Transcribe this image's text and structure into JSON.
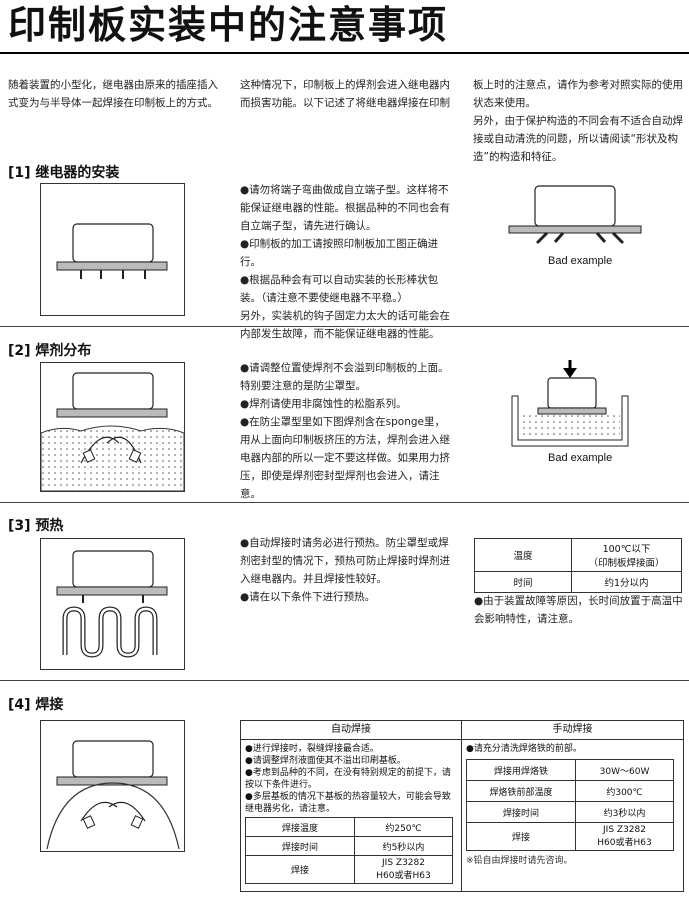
{
  "title": "印制板实装中的注意事项",
  "intro": {
    "col1": "随着装置的小型化，继电器由原来的插座插入式变为与半导体一起焊接在印制板上的方式。",
    "col2": "这种情况下，印制板上的焊剂会进入继电器内而损害功能。以下记述了将继电器焊接在印制",
    "col3a": "板上时的注意点，请作为参考对照实际的使用状态来使用。",
    "col3b": "另外，由于保护构造的不同会有不适合自动焊接或自动清洗的问题，所以请阅读“形状及构造”的构造和特征。"
  },
  "s1": {
    "heading": "[1] 继电器的安装",
    "bullets": [
      "●请勿将端子弯曲做成自立端子型。这样将不能保证继电器的性能。根据品种的不同也会有自立端子型，请先进行确认。",
      "●印制板的加工请按照印制板加工图正确进行。",
      "●根据品种会有可以自动实装的长形棒状包装。（请注意不要使继电器不平稳。）"
    ],
    "note": "另外，实装机的钩子固定力太大的话可能会在内部发生故障，而不能保证继电器的性能。",
    "caption": "Bad example"
  },
  "s2": {
    "heading": "[2] 焊剂分布",
    "bullets": [
      "●请调整位置使焊剂不会溢到印制板的上面。特别要注意的是防尘罩型。",
      "●焊剂请使用非腐蚀性的松脂系列。",
      "●在防尘罩型里如下图焊剂含在sponge里，用从上面向印制板挤压的方法，焊剂会进入继电器内部的所以一定不要这样做。如果用力挤压，即使是焊剂密封型焊剂也会进入，请注意。"
    ],
    "caption": "Bad example"
  },
  "s3": {
    "heading": "[3] 预热",
    "bullets": [
      "●自动焊接时请务必进行预热。防尘罩型或焊剂密封型的情况下，预热可防止焊接时焊剂进入继电器内。并且焊接性较好。",
      "●请在以下条件下进行预热。"
    ],
    "table": {
      "r1_label": "温度",
      "r1_value_a": "100℃以下",
      "r1_value_b": "（印制板焊接面）",
      "r2_label": "时间",
      "r2_value": "约1分以内"
    },
    "note": "●由于装置故障等原因，长时间放置于高温中会影响特性，请注意。"
  },
  "s4": {
    "heading": "[4] 焊接",
    "auto": {
      "header": "自动焊接",
      "bullets": [
        "●进行焊接时，裂缝焊接最合适。",
        "●请调整焊剂液面使其不溢出印刷基板。",
        "●考虑到品种的不同，在没有特别规定的前提下，请按以下条件进行。",
        "●多层基板的情况下基板的热容量较大，可能会导致继电器劣化，请注意。"
      ],
      "rows": [
        {
          "k": "焊接温度",
          "v": "约250℃"
        },
        {
          "k": "焊接时间",
          "v": "约5秒以内"
        },
        {
          "k": "焊接",
          "v": "JIS Z3282",
          "v2": "H60或者H63"
        }
      ]
    },
    "manual": {
      "header": "手动焊接",
      "bullets": [
        "●请充分清洗焊烙铁的前部。"
      ],
      "rows": [
        {
          "k": "焊接用焊烙铁",
          "v": "30W～60W"
        },
        {
          "k": "焊烙铁前部温度",
          "v": "约300℃"
        },
        {
          "k": "焊接时间",
          "v": "约3秒以内"
        },
        {
          "k": "焊接",
          "v": "JIS Z3282",
          "v2": "H60或者H63"
        }
      ],
      "note": "※铅自由焊接时请先咨询。"
    }
  }
}
